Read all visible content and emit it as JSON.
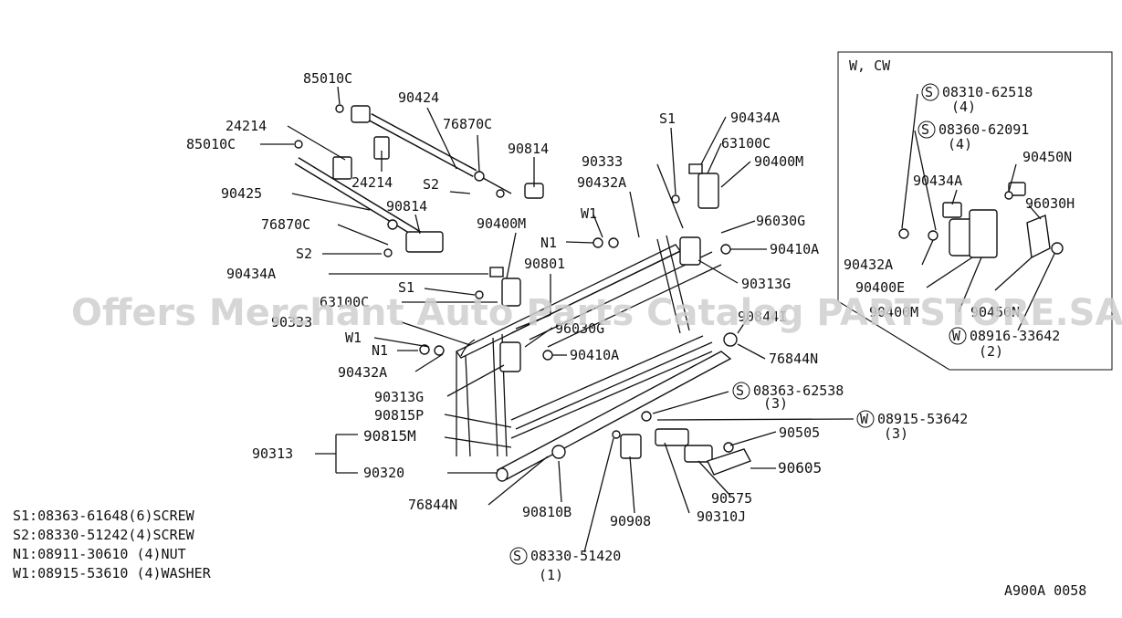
{
  "labels": {
    "l85010C_top": "85010C",
    "l90424": "90424",
    "l24214_a": "24214",
    "l85010C_mid": "85010C",
    "l24214_b": "24214",
    "l76870C_top": "76870C",
    "l90814_a": "90814",
    "lS2_a": "S2",
    "l90425": "90425",
    "l90814_b": "90814",
    "l76870C_low": "76870C",
    "lS2_b": "S2",
    "l90434A_left": "90434A",
    "lS1_left": "S1",
    "l63100C_left": "63100C",
    "l90333_left": "90333",
    "lW1_left": "W1",
    "lN1_left": "N1",
    "l90432A_left": "90432A",
    "l90313G_left": "90313G",
    "l90815P": "90815P",
    "l90815M": "90815M",
    "l90313": "90313",
    "l90320": "90320",
    "l76844N_low": "76844N",
    "l90810B": "90810B",
    "l90908": "90908",
    "l90310J": "90310J",
    "l90575": "90575",
    "l90605": "90605",
    "l90505": "90505",
    "l90400M_mid": "90400M",
    "l90801": "90801",
    "l96030G_mid": "96030G",
    "l90410A_mid": "90410A",
    "lW1_mid": "W1",
    "lN1_mid": "N1",
    "l90333_mid": "90333",
    "l90432A_mid": "90432A",
    "lS1_right": "S1",
    "l90434A_right": "90434A",
    "l63100C_right": "63100C",
    "l90400M_right": "90400M",
    "l96030G_right": "96030G",
    "l90410A_right": "90410A",
    "l90313G_right": "90313G",
    "l90844I": "90844I",
    "l76844N_right": "76844N",
    "s08363": "08363-62538",
    "s08363_q": "(3)",
    "w08915": "08915-53642",
    "w08915_q": "(3)",
    "s08330": "08330-51420",
    "s08330_q": "(1)",
    "inset_title": "W, CW",
    "i08310": "08310-62518",
    "i08310_q": "(4)",
    "i08360": "08360-62091",
    "i08360_q": "(4)",
    "i90450N_top": "90450N",
    "i90434A": "90434A",
    "i96030H": "96030H",
    "i90432A": "90432A",
    "i90400E": "90400E",
    "i90400M": "90400M",
    "i90450N_low": "90450N",
    "i08916": "08916-33642",
    "i08916_q": "(2)",
    "mark_s": "S",
    "mark_w": "W"
  },
  "legend": [
    "S1:08363-61648(6)SCREW",
    "S2:08330-51242(4)SCREW",
    "N1:08911-30610 (4)NUT",
    "W1:08915-53610 (4)WASHER"
  ],
  "watermark": "Offers Merchant Auto Parts Catalog PARTSTORE.SA",
  "diagram_code": "A900A 0058"
}
